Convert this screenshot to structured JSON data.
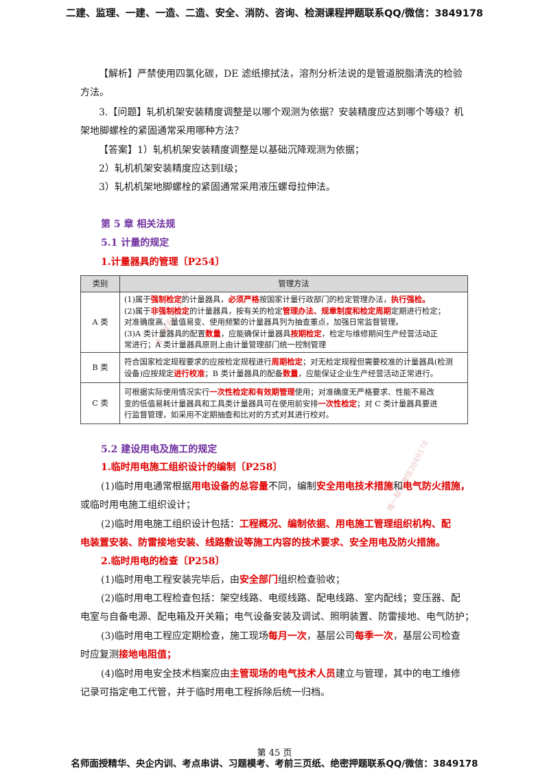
{
  "header": "二建、监理、一建、一造、二造、安全、消防、咨询、检测课程押题联系QQ/微信：3849178",
  "footer": "名师面授精华、央企内训、考点串讲、习题模考、考前三页纸、绝密押题联系QQ/微信：3849178",
  "page_number": "第 45 页",
  "watermarks": [
    "唯一联系QQ3849178",
    "唯一联系微信3849178"
  ],
  "q3": {
    "analysis_label": "【解析】",
    "analysis_1": "严禁使用四氯化碳，DE 滤纸擦拭法，溶剂分析法说的是管道脱脂清洗的检验",
    "analysis_2": "方法。",
    "question_prefix": "3.【问题】",
    "question_1": "轧机机架安装精度调整是以哪个观测为依据？安装精度应达到哪个等级？机",
    "question_2": "架地脚螺栓的紧固通常采用哪种方法？",
    "answer_label": "【答案】",
    "answer_1": "1）轧机机架安装精度调整是以基础沉降观测为依据；",
    "answer_2": "2）轧机机架安装精度应达到Ⅰ级；",
    "answer_3": "3）轧机机架地脚螺栓的紧固通常采用液压螺母拉伸法。"
  },
  "chapter": "第 5 章  相关法规",
  "sec51": "5.1  计量的规定",
  "sub1": "1.计量器具的管理〔P254〕",
  "table": {
    "header_cat": "类别",
    "header_method": "管理方法",
    "rows": [
      {
        "cat": "A 类",
        "l1a": "(1)属于",
        "l1b": "强制检定",
        "l1c": "的计量器具，",
        "l1d": "必须严格",
        "l1e": "按国家计量行政部门的检定管理办法，",
        "l1f": "执行强检。",
        "l2a": "(2)属于",
        "l2b": "非强制检定",
        "l2c": "的计量器具，按有关的检定",
        "l2d": "管理办法、规章制度和检定周期",
        "l2e": "定期进行检定；",
        "l3": "对准确度高、量值易变、使用频繁的计量器具列为抽查重点，加强日常监督管理。",
        "l4a": "(3)A 类计量器具的配置",
        "l4b": "数量",
        "l4c": "，应能确保计量器具",
        "l4d": "按期检定",
        "l4e": "，检定与维修期间生产经营活动正",
        "l5": "常进行；A 类计量器具原则上由计量管理部门统一控制管理"
      },
      {
        "cat": "B 类",
        "l1a": "符合国家检定规程要求的应按检定规程进行",
        "l1b": "周期检定",
        "l1c": "；对无检定规程但需要校准的计量器具(检测",
        "l2a": "设备)应按规定",
        "l2b": "进行校准",
        "l2c": "；B 类计量器具的配备",
        "l2d": "数量",
        "l2e": "，应能保证企业生产经营活动正常进行。"
      },
      {
        "cat": "C 类",
        "l1a": "可根据实际使用情况实行",
        "l1b": "一次性检定和有效期管理",
        "l1c": "使用；对准确度无严格要求、性能不易改",
        "l2a": "变的低值易耗计量器具和工具类计量器具可在使用前安排",
        "l2b": "一次性检定",
        "l2c": "；对 C 类计量器具要进",
        "l3": "行监督管理，如采用不定期抽查和比对的方式对其进行校对。"
      }
    ]
  },
  "sec52": "5.2  建设用电及施工的规定",
  "sub2": "1.临时用电施工组织设计的编制〔P258〕",
  "p1": {
    "a": "(1)临时用电通常根据",
    "b": "用电设备的总容量",
    "c": "不同，编制",
    "d": "安全用电技术措施",
    "e": "和",
    "f": "电气防火措施，",
    "g": "或临时用电施工组织设计；"
  },
  "p2": {
    "a": "(2)临时用电施工组织设计包括：",
    "b": "工程概况、编制依据、用电施工管理组织机构、配",
    "c": "电装置安装、防雷接地安装、线路敷设等施工内容的技术要求、安全用电及防火措施。"
  },
  "sub3": "2.临时用电的检查〔P258〕",
  "c1": {
    "a": "(1)临时用电工程安装完毕后，由",
    "b": "安全部门",
    "c": "组织检查验收；"
  },
  "c2": {
    "a": "(2)临时用电工程检查包括：架空线路、电缆线路、配电线路、室内配线；变压器、配",
    "b": "电室与自备电源、配电箱及开关箱；电气设备安装及调试、照明装置、防雷接地、电气防护；"
  },
  "c3": {
    "a": "(3)临时用电工程应定期检查，施工现场",
    "b": "每月一次",
    "c": "，基层公司",
    "d": "每季一次",
    "e": "，基层公司检查",
    "f": "时应复测",
    "g": "接地电阻值；"
  },
  "c4": {
    "a": "(4)临时用电安全技术档案应由",
    "b": "主管现场的电气技术人员",
    "c": "建立与管理，其中的电工维修",
    "d": "记录可指定电工代管，并于临时用电工程拆除后统一归档。"
  }
}
